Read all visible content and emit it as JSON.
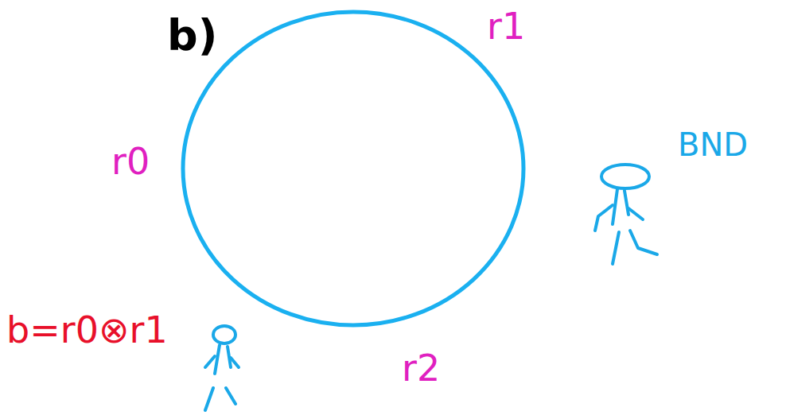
{
  "diagram": {
    "labels": [
      "b)",
      "r1",
      "r0",
      "r2",
      "BND",
      "b=r0⊗r1"
    ]
  }
}
